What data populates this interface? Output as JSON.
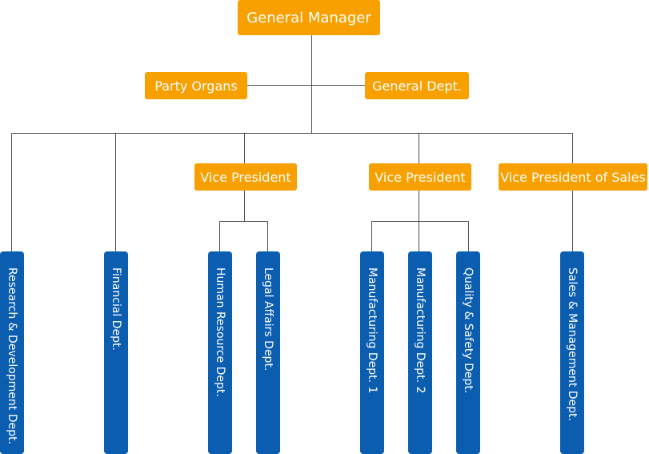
{
  "colors": {
    "executive": "#f7a000",
    "department": "#0b5db0",
    "connector": "#4d4d4d",
    "text": "#ffffff"
  },
  "org_chart": {
    "top": {
      "label": "General Manager"
    },
    "staff": [
      {
        "label": "Party Organs"
      },
      {
        "label": "General Dept."
      }
    ],
    "vice_presidents": [
      {
        "label": "Vice President"
      },
      {
        "label": "Vice President"
      },
      {
        "label": "Vice President of Sales"
      }
    ],
    "departments": [
      {
        "label": "Research & Development Dept."
      },
      {
        "label": "Financial Dept."
      },
      {
        "label": "Human Resource Dept."
      },
      {
        "label": "Legal Affairs Dept."
      },
      {
        "label": "Manufacturing Dept. 1"
      },
      {
        "label": "Manufacturing Dept. 2"
      },
      {
        "label": "Quality & Safety Dept."
      },
      {
        "label": "Sales & Management Dept."
      }
    ]
  }
}
